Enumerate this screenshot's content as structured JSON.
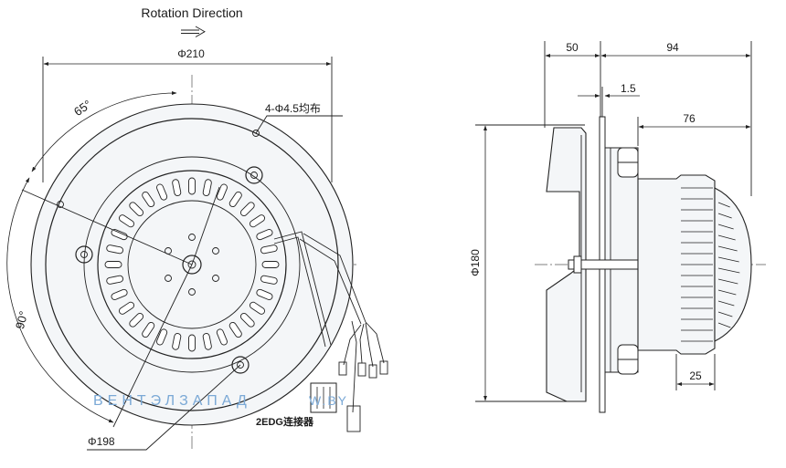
{
  "header": {
    "rotation_label": "Rotation  Direction"
  },
  "front_view": {
    "outer_diameter": "Φ210",
    "mount_circle_diameter": "Φ198",
    "holes_label": "4-Φ4.5均布",
    "angle_top": "65°",
    "angle_side": "90°",
    "connector_label": "2EDG连接器"
  },
  "side_view": {
    "width_front": "50",
    "width_total": "94",
    "plate_thickness": "1.5",
    "motor_length": "76",
    "body_diameter": "Φ180",
    "hub_length": "25"
  },
  "watermark": {
    "left": "ВЕНТЭЛЗАПАД",
    "right": "W.BY"
  },
  "colors": {
    "line": "#222222",
    "fill": "#f4f6f8",
    "watermark": "#7ba9d6"
  }
}
